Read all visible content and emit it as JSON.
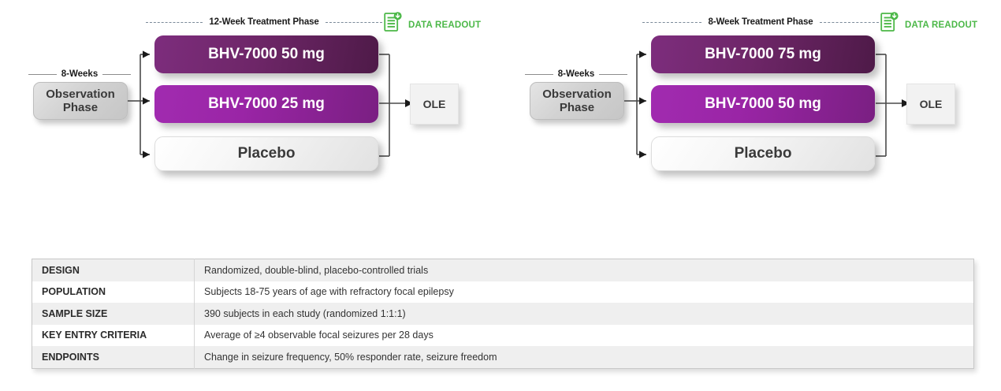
{
  "studies": [
    {
      "id": "study-1",
      "observation": {
        "weeks_label": "8-Weeks",
        "box_label": "Observation\nPhase"
      },
      "treatment_phase_label": "12-Week Treatment Phase",
      "readout_label": "DATA READOUT",
      "arms": [
        {
          "label": "BHV-7000 50 mg",
          "style": "dark"
        },
        {
          "label": "BHV-7000 25 mg",
          "style": "bright"
        },
        {
          "label": "Placebo",
          "style": "placebo"
        }
      ],
      "extension_label": "OLE"
    },
    {
      "id": "study-2",
      "observation": {
        "weeks_label": "8-Weeks",
        "box_label": "Observation\nPhase"
      },
      "treatment_phase_label": "8-Week Treatment Phase",
      "readout_label": "DATA READOUT",
      "arms": [
        {
          "label": "BHV-7000 75 mg",
          "style": "dark"
        },
        {
          "label": "BHV-7000 50 mg",
          "style": "bright"
        },
        {
          "label": "Placebo",
          "style": "placebo"
        }
      ],
      "extension_label": "OLE"
    }
  ],
  "spec_table": {
    "rows": [
      {
        "key": "DESIGN",
        "value": "Randomized, double-blind, placebo-controlled trials"
      },
      {
        "key": "POPULATION",
        "value": "Subjects 18-75 years of age with refractory focal epilepsy"
      },
      {
        "key": "SAMPLE SIZE",
        "value": "390 subjects in each study (randomized 1:1:1)"
      },
      {
        "key": "KEY ENTRY CRITERIA",
        "value": "Average of ≥4 observable focal seizures per 28 days"
      },
      {
        "key": "ENDPOINTS",
        "value": "Change in seizure frequency, 50% responder rate, seizure freedom"
      }
    ]
  },
  "icons": {
    "readout_icon": "document-download-icon"
  },
  "colors": {
    "readout_green": "#4cb848",
    "arm_dark_purple": "#5a1f55",
    "arm_bright_purple": "#9a25a6",
    "dash_blue_gray": "#7a8a99"
  }
}
